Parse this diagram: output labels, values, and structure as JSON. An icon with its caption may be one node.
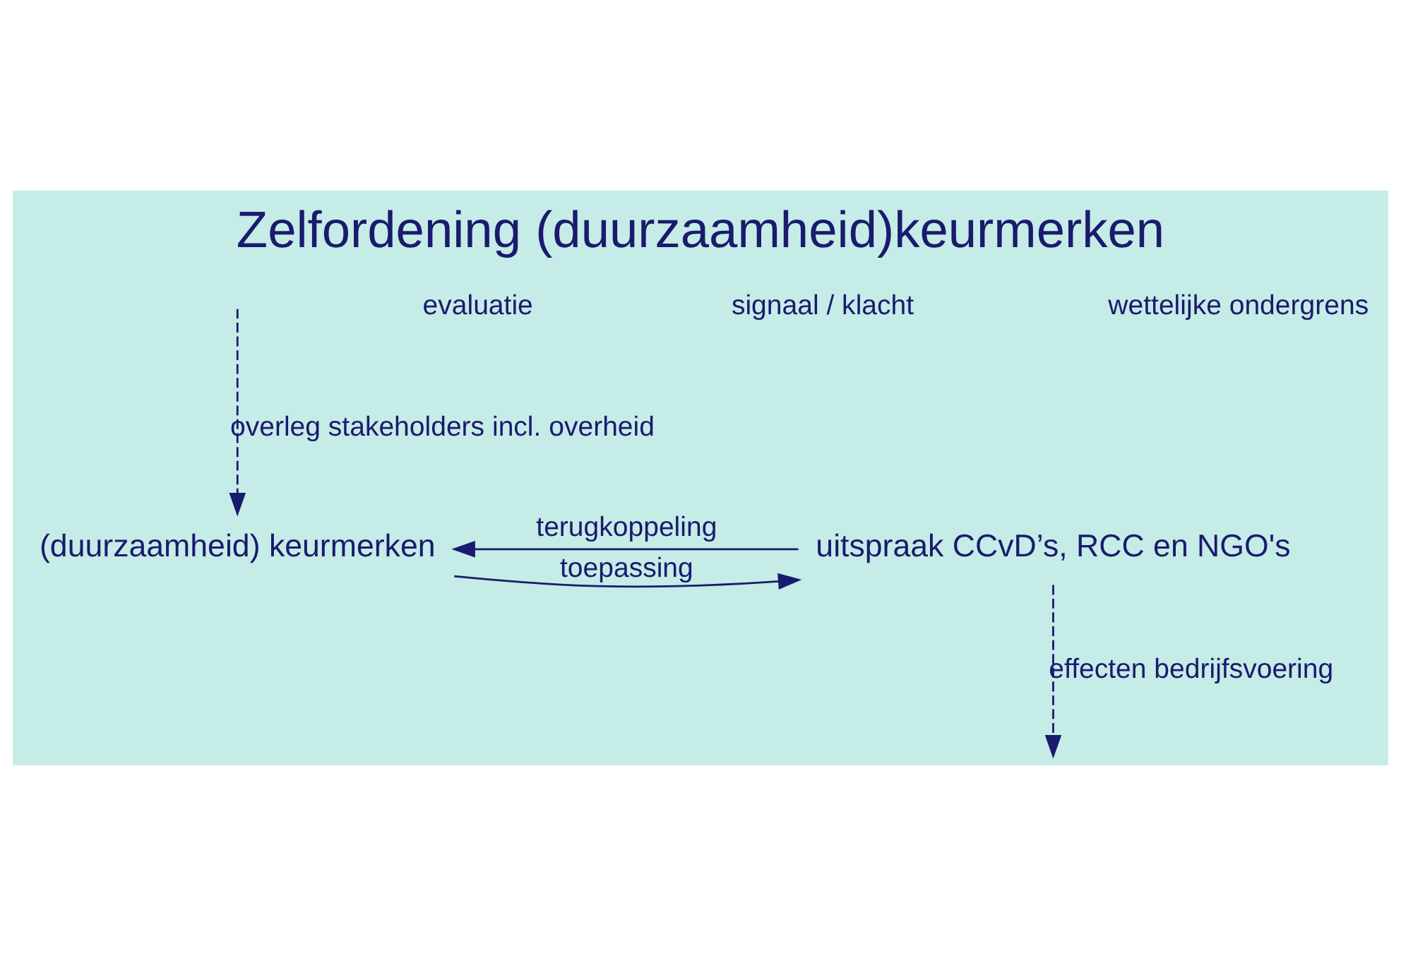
{
  "diagram": {
    "title": "Zelfordening (duurzaamheid)keurmerken",
    "nodes": [
      {
        "text": [
          "(duurzaamheid) keurmerken"
        ]
      },
      {
        "text": [
          "uitspraak CCvD’s, RCC en NGO's"
        ]
      }
    ],
    "edges": [
      {
        "from": null,
        "to": 0,
        "arrow": "to",
        "style": "dashed",
        "label": "overleg stakeholders incl. overheid"
      },
      {
        "from": 0,
        "to": 1,
        "arrow": "to",
        "label": "toepassing"
      },
      {
        "from": 1,
        "to": 0,
        "arrow": "to",
        "label": "terugkoppeling"
      },
      {
        "from": 1,
        "to": null,
        "arrow": "to",
        "style": "dashed",
        "label": "effecten bedrijfsvoering"
      }
    ],
    "labels": [
      "evaluatie",
      "signaal / klacht",
      "wettelijke ondergrens"
    ]
  }
}
